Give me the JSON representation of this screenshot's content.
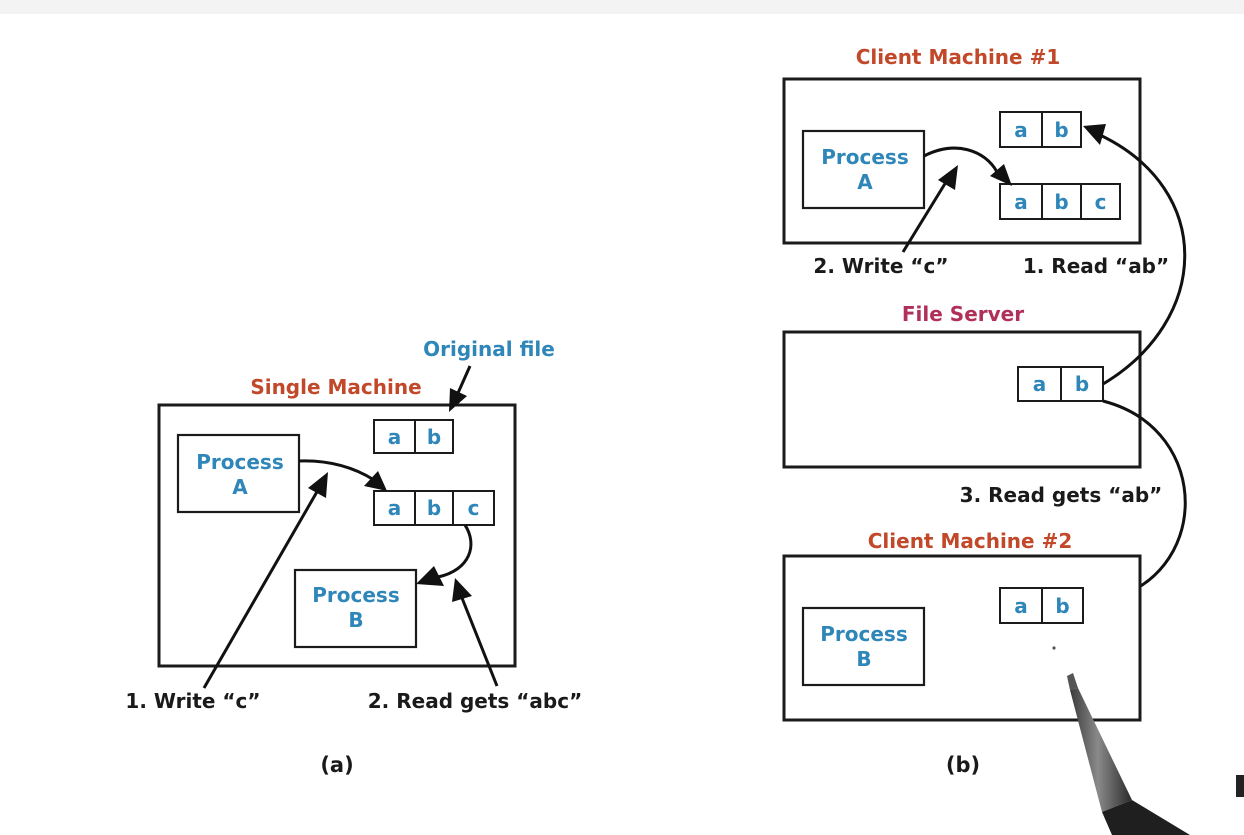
{
  "panel_a": {
    "machine_title": "Single Machine",
    "original_file_label": "Original file",
    "original_cells": [
      "a",
      "b"
    ],
    "modified_cells": [
      "a",
      "b",
      "c"
    ],
    "process_a": [
      "Process",
      "A"
    ],
    "process_b": [
      "Process",
      "B"
    ],
    "step1": "1. Write “c”",
    "step2": "2. Read gets “abc”",
    "caption": "(a)"
  },
  "panel_b": {
    "client1_title": "Client Machine #1",
    "client1_cached_cells": [
      "a",
      "b"
    ],
    "client1_modified_cells": [
      "a",
      "b",
      "c"
    ],
    "client1_process": [
      "Process",
      "A"
    ],
    "write_label": "2. Write “c”",
    "read_label": "1. Read “ab”",
    "server_title": "File Server",
    "server_cells": [
      "a",
      "b"
    ],
    "read_gets_label": "3. Read gets “ab”",
    "client2_title": "Client Machine #2",
    "client2_cells": [
      "a",
      "b"
    ],
    "client2_process": [
      "Process",
      "B"
    ],
    "caption": "(b)"
  },
  "colors": {
    "machine_title": "#c2482a",
    "server_title": "#b0305a",
    "process_text": "#2f86b8",
    "outline": "#1b1b1b"
  },
  "icons": [
    "pen-icon"
  ]
}
